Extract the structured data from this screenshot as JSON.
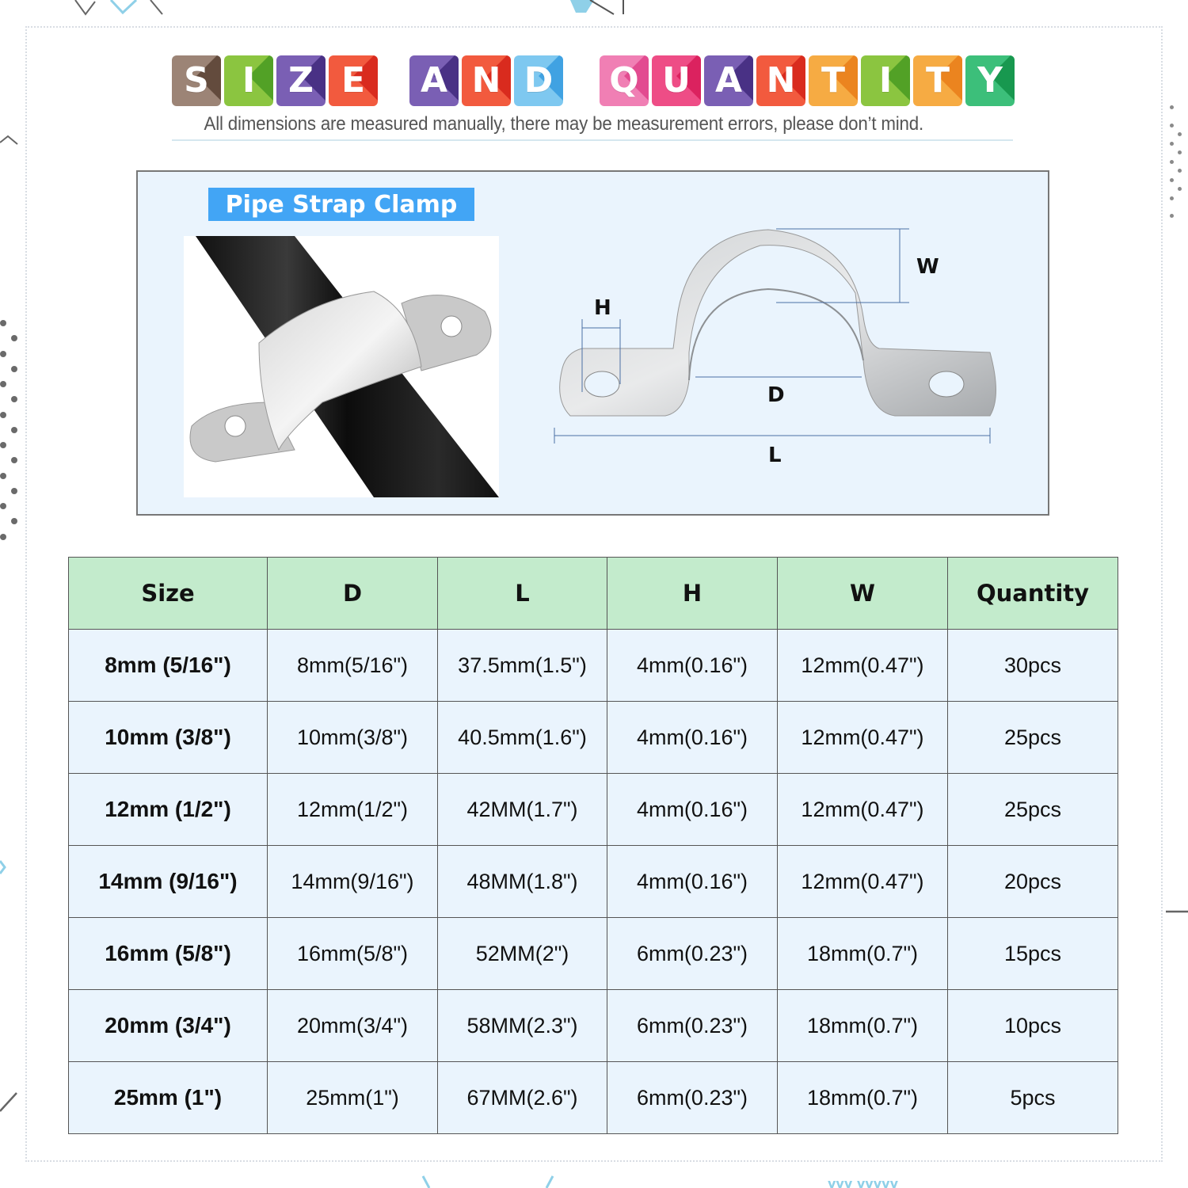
{
  "header": {
    "title_words": [
      {
        "word": "SIZE",
        "letters": [
          {
            "ch": "S",
            "bg": "#9c8476",
            "shade": "#5d4537"
          },
          {
            "ch": "I",
            "bg": "#8bc540",
            "shade": "#4b9c23"
          },
          {
            "ch": "Z",
            "bg": "#7a5fb4",
            "shade": "#442c80"
          },
          {
            "ch": "E",
            "bg": "#f25a3e",
            "shade": "#d6261b"
          }
        ]
      },
      {
        "word": "AND",
        "letters": [
          {
            "ch": "A",
            "bg": "#7a5fb4",
            "shade": "#442c80"
          },
          {
            "ch": "N",
            "bg": "#f25a3e",
            "shade": "#d6261b"
          },
          {
            "ch": "D",
            "bg": "#7ec8f0",
            "shade": "#3a9de0"
          }
        ]
      },
      {
        "word": "QUANTITY",
        "letters": [
          {
            "ch": "Q",
            "bg": "#f07fb4",
            "shade": "#e0468c"
          },
          {
            "ch": "U",
            "bg": "#ee4d86",
            "shade": "#d81e5b"
          },
          {
            "ch": "A",
            "bg": "#7a5fb4",
            "shade": "#442c80"
          },
          {
            "ch": "N",
            "bg": "#f25a3e",
            "shade": "#d6261b"
          },
          {
            "ch": "T",
            "bg": "#f6ab43",
            "shade": "#ea7f1c"
          },
          {
            "ch": "I",
            "bg": "#8bc540",
            "shade": "#4b9c23"
          },
          {
            "ch": "T",
            "bg": "#f6ab43",
            "shade": "#ea7f1c"
          },
          {
            "ch": "Y",
            "bg": "#3cbf7a",
            "shade": "#14944a"
          }
        ]
      }
    ],
    "subtitle": "All dimensions are measured manually, there may be measurement errors, please don’t mind."
  },
  "diagram": {
    "label": "Pipe Strap Clamp",
    "dimensions": {
      "H": "H",
      "W": "W",
      "D": "D",
      "L": "L"
    }
  },
  "table": {
    "headers": [
      "Size",
      "D",
      "L",
      "H",
      "W",
      "Quantity"
    ],
    "rows": [
      [
        "8mm (5/16\")",
        "8mm(5/16\")",
        "37.5mm(1.5\")",
        "4mm(0.16\")",
        "12mm(0.47\")",
        "30pcs"
      ],
      [
        "10mm (3/8\")",
        "10mm(3/8\")",
        "40.5mm(1.6\")",
        "4mm(0.16\")",
        "12mm(0.47\")",
        "25pcs"
      ],
      [
        "12mm (1/2\")",
        "12mm(1/2\")",
        "42MM(1.7\")",
        "4mm(0.16\")",
        "12mm(0.47\")",
        "25pcs"
      ],
      [
        "14mm (9/16\")",
        "14mm(9/16\")",
        "48MM(1.8\")",
        "4mm(0.16\")",
        "12mm(0.47\")",
        "20pcs"
      ],
      [
        "16mm (5/8\")",
        "16mm(5/8\")",
        "52MM(2\")",
        "6mm(0.23\")",
        "18mm(0.7\")",
        "15pcs"
      ],
      [
        "20mm (3/4\")",
        "20mm(3/4\")",
        "58MM(2.3\")",
        "6mm(0.23\")",
        "18mm(0.7\")",
        "10pcs"
      ],
      [
        "25mm (1\")",
        "25mm(1\")",
        "67MM(2.6\")",
        "6mm(0.23\")",
        "18mm(0.7\")",
        "5pcs"
      ]
    ]
  },
  "colors": {
    "header_bg": "#c3ebcc",
    "cell_bg": "#eaf4fd",
    "label_bg": "#42a5f5"
  }
}
